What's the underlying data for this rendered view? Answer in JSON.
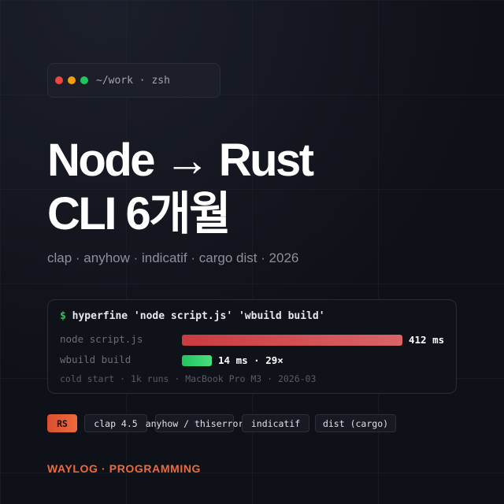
{
  "terminal": {
    "title": "~/work · zsh",
    "dots": [
      "#ef4444",
      "#f59e0b",
      "#22c55e"
    ]
  },
  "headline": {
    "line1": "Node → Rust",
    "line2": "CLI 6개월"
  },
  "subtitle": "clap · anyhow · indicatif · cargo dist · 2026",
  "benchmark": {
    "prompt": "$",
    "command": "hyperfine 'node script.js' 'wbuild build'",
    "rows": [
      {
        "label": "node script.js",
        "value_ms": 412,
        "value_text": "412 ms",
        "color": "#d0454a"
      },
      {
        "label": "wbuild build",
        "value_ms": 14,
        "value_text": "14 ms · 29×",
        "color": "#2fc25b"
      }
    ],
    "footnote": "cold start · 1k runs · MacBook Pro M3 · 2026-03"
  },
  "tags": [
    "RS",
    "clap 4.5",
    "anyhow / thiserror",
    "indicatif",
    "dist (cargo)"
  ],
  "brand": "WAYLOG · PROGRAMMING",
  "accent": "#ee6a3c"
}
